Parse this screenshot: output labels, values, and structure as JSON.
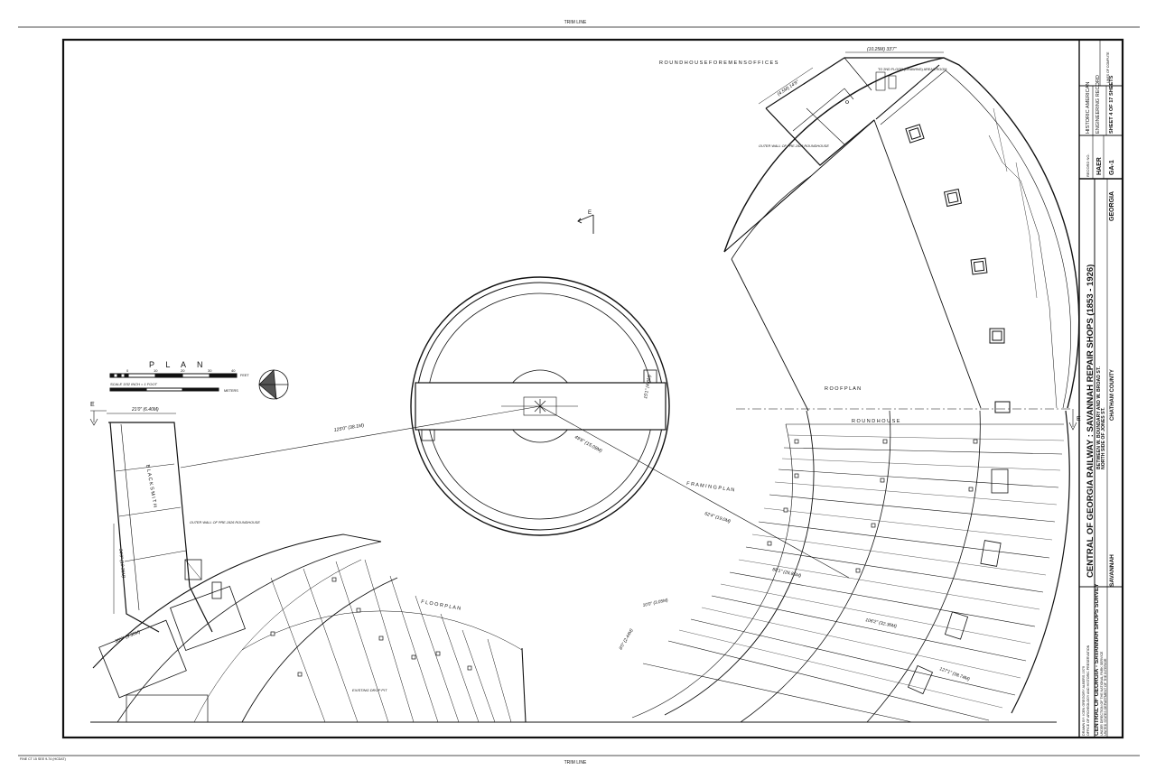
{
  "trim_line": "TRIM LINE",
  "stamp": "FINE CT 15 SEE 9-74 (HCDAT)",
  "plan": {
    "title": "P L A N",
    "scale_label": "SCALE  3/32 INCH = 1 FOOT",
    "meters_label": "METERS",
    "feet_label": "FEET",
    "feet_ticks": [
      "0",
      "10",
      "20",
      "30",
      "40"
    ]
  },
  "labels": {
    "foremens_office": "R O U N D H O U S E   F O R E M E N S   O F F I C E S",
    "roof_plan": "R O O F   P L A N",
    "roundhouse": "R O U N D H O U S E",
    "framing_plan": "F R A M I N G   P L A N",
    "floor_plan": "F L O O R   P L A N",
    "blacksmith": "B L A C K S M I T H",
    "outer_wall_1": "OUTER WALL OF PRE-1926 ROUNDHOUSE",
    "outer_wall_2": "OUTER WALL OF PRE-1926 ROUNDHOUSE",
    "existing_pit": "EXISTING DROP PIT",
    "second_floor_note": "TO 2ND FLOOR (DRAWING) AREAS ROOM",
    "section_e": "E"
  },
  "dimensions": {
    "radius_left": "125'0\" (38.1M)",
    "radius_right": "49'6\" (15.09M)",
    "turntable": "15'1\" (4.6M)",
    "ring_1": "62'4\" (19.0M)",
    "ring_2": "88'1\" (26.85M)",
    "ring_3": "106'2\" (32.36M)",
    "ring_4": "127'1\" (38.74M)",
    "office_top": "(10.25M)  33'7\"",
    "office_side": "(4.5M)  14'9\"",
    "blacksmith_top": "21'0\" (6.40M)",
    "blacksmith_side": "34'0\" (10.36M)",
    "left_bottom": "30'6\" (9.30M)",
    "dim_a": "10'0\" (3.05M)",
    "dim_b": "8'0\" (2.44M)"
  },
  "title_block": {
    "main": "CENTRAL OF GEORGIA RAILWAY : SAVANNAH REPAIR SHOPS (1853 - 1926)",
    "sub1": "BETWEEN W. BOUNDARY AND W. BROAD ST.",
    "sub2": "NORTH SIDE OF JONES ST.",
    "sub3": "CHATHAM COUNTY",
    "state": "GEORGIA",
    "city": "SAVANNAH",
    "drawn_by": "DRAWN BY:  ICEN  GREGORY  ALBERS  1979",
    "office1": "OFFICE OF ARCHEOLOGY AND HISTORIC PRESERVATION",
    "office2": "CENTRAL OF GEORGIA - SAVANNAH SHOPS SURVEY",
    "office3": "UNDER DIRECTION OF THE NATIONAL PARK SERVICE",
    "office4": "UNITED STATES DEPARTMENT OF THE INTERIOR",
    "record_label": "RECORD NO.",
    "haer": "HAER",
    "record_no": "GA-1",
    "haer_full1": "HISTORIC AMERICAN",
    "haer_full2": "ENGINEERING RECORD",
    "sheet": "SHEET  4  OF  17  SHEETS",
    "corner": "LINES OF COMPUTE"
  }
}
